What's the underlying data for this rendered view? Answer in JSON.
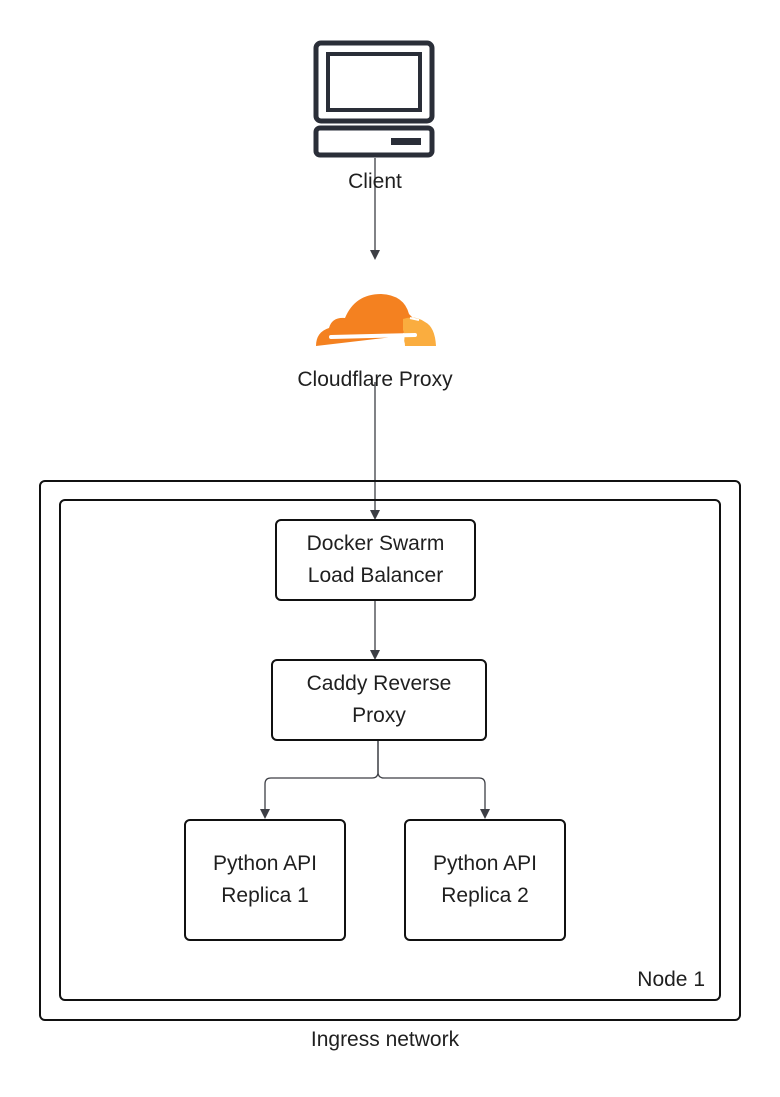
{
  "colors": {
    "stroke": "#111111",
    "connector": "#3d3f45",
    "cloud_primary": "#f48120",
    "cloud_secondary": "#faad3f",
    "text": "#1f1f1f"
  },
  "client": {
    "icon": "computer-monitor-icon",
    "label": "Client"
  },
  "cloudflare": {
    "icon": "cloudflare-cloud-icon",
    "label": "Cloudflare Proxy"
  },
  "ingress_network": {
    "label": "Ingress network"
  },
  "node": {
    "label": "Node 1"
  },
  "load_balancer": {
    "line1": "Docker Swarm",
    "line2": "Load Balancer"
  },
  "reverse_proxy": {
    "line1": "Caddy Reverse",
    "line2": "Proxy"
  },
  "replicas": [
    {
      "line1": "Python API",
      "line2": "Replica 1"
    },
    {
      "line1": "Python API",
      "line2": "Replica 2"
    }
  ]
}
